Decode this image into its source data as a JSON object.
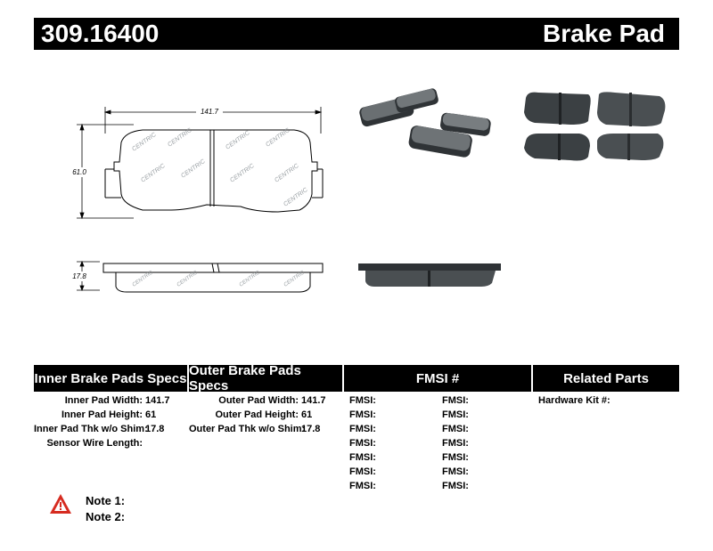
{
  "header": {
    "part_number": "309.16400",
    "product_type": "Brake Pad"
  },
  "drawing": {
    "width_dim": "141.7",
    "height_dim": "61.0",
    "thickness_dim": "17.8",
    "watermark": "CENTRIC"
  },
  "table": {
    "headers": [
      "Inner Brake Pads Specs",
      "Outer Brake Pads Specs",
      "FMSI #",
      "Related Parts"
    ],
    "inner": [
      {
        "label": "Inner Pad Width:",
        "value": "141.7"
      },
      {
        "label": "Inner Pad Height:",
        "value": "61"
      },
      {
        "label": "Inner Pad Thk w/o Shim:",
        "value": "17.8"
      },
      {
        "label": "Sensor Wire Length:",
        "value": ""
      }
    ],
    "outer": [
      {
        "label": "Outer Pad Width:",
        "value": "141.7"
      },
      {
        "label": "Outer Pad Height:",
        "value": "61"
      },
      {
        "label": "Outer Pad Thk w/o Shim:",
        "value": "17.8"
      }
    ],
    "fmsi_label": "FMSI:",
    "fmsi_rows": 7,
    "related": [
      {
        "label": "Hardware Kit #:",
        "value": ""
      }
    ]
  },
  "notes": [
    "Note 1:",
    "Note 2:"
  ],
  "colors": {
    "header_bg": "#000000",
    "pad_fill": "#5a5f62",
    "pad_dark": "#2f3336",
    "warning": "#d62b20"
  }
}
